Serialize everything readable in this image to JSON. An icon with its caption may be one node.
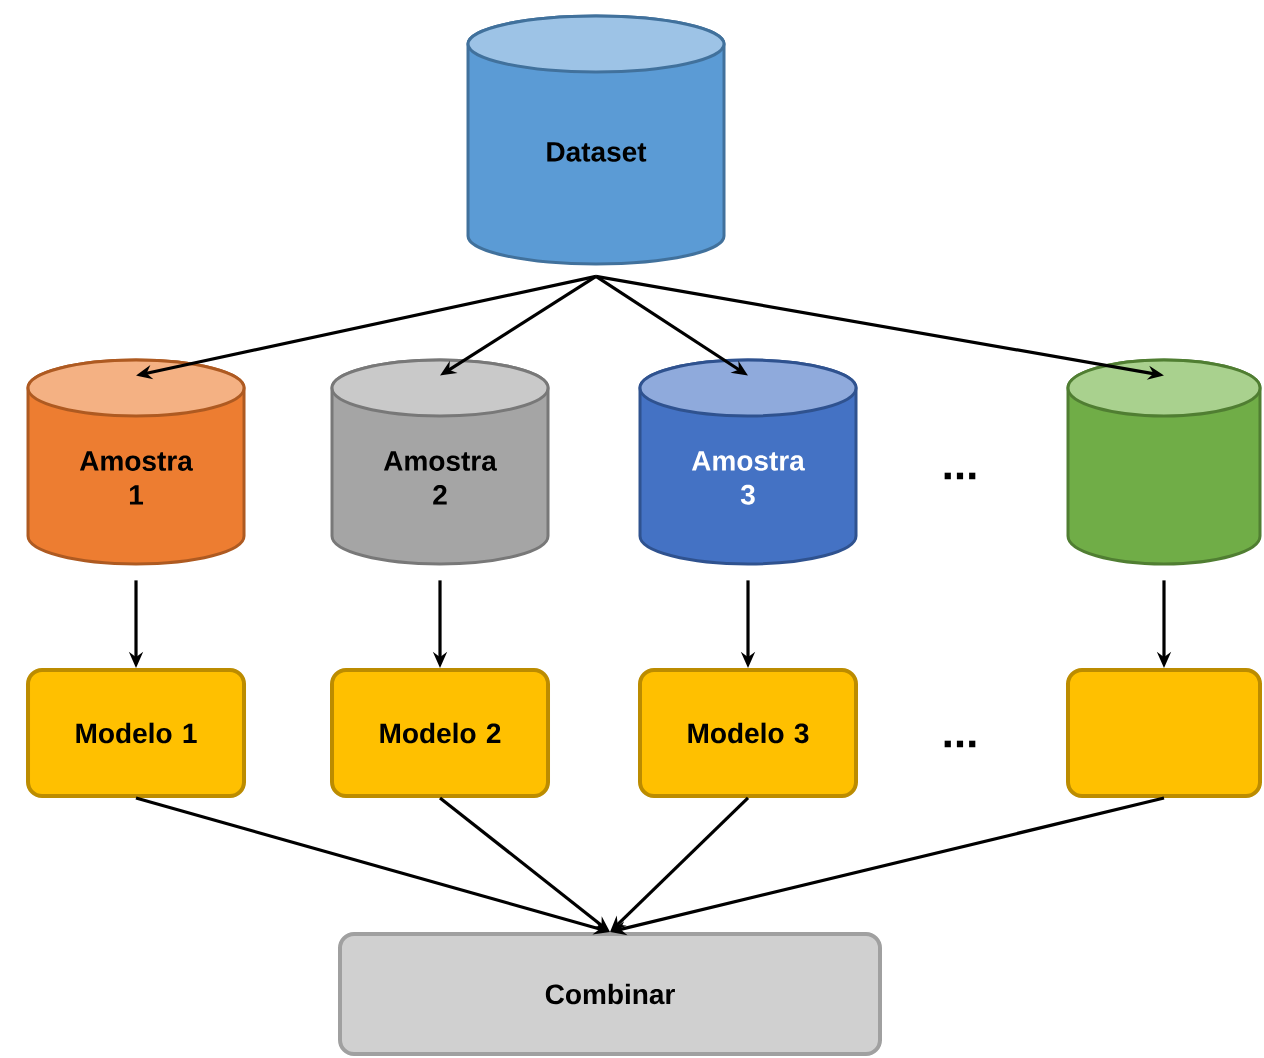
{
  "diagram": {
    "nodes": [
      {
        "text": [
          "Dataset"
        ]
      },
      {
        "text": [
          "Amostra 1"
        ]
      },
      {
        "text": [
          "Amostra 2"
        ]
      },
      {
        "text": [
          "Amostra 3"
        ]
      },
      {
        "text": [],
        "shape": "cylinder"
      },
      {
        "text": [
          "Modelo 1"
        ]
      },
      {
        "text": [
          "Modelo 2"
        ]
      },
      {
        "text": [
          "Modelo 3"
        ]
      },
      {
        "text": [],
        "shape": "box"
      },
      {
        "text": [
          "Combinar"
        ]
      }
    ],
    "edges": [
      {
        "from": 0,
        "to": 1,
        "arrow": "to"
      },
      {
        "from": 0,
        "to": 2,
        "arrow": "to"
      },
      {
        "from": 0,
        "to": 3,
        "arrow": "to"
      },
      {
        "from": 0,
        "to": 4,
        "arrow": "to"
      },
      {
        "from": 1,
        "to": 5,
        "arrow": "to"
      },
      {
        "from": 2,
        "to": 6,
        "arrow": "to"
      },
      {
        "from": 3,
        "to": 7,
        "arrow": "to"
      },
      {
        "from": 4,
        "to": 8,
        "arrow": "to"
      },
      {
        "from": 5,
        "to": 9,
        "arrow": "to"
      },
      {
        "from": 6,
        "to": 9,
        "arrow": "to"
      },
      {
        "from": 7,
        "to": 9,
        "arrow": "to"
      },
      {
        "from": 8,
        "to": 9,
        "arrow": "to"
      }
    ],
    "labels": [
      "...",
      "..."
    ]
  }
}
